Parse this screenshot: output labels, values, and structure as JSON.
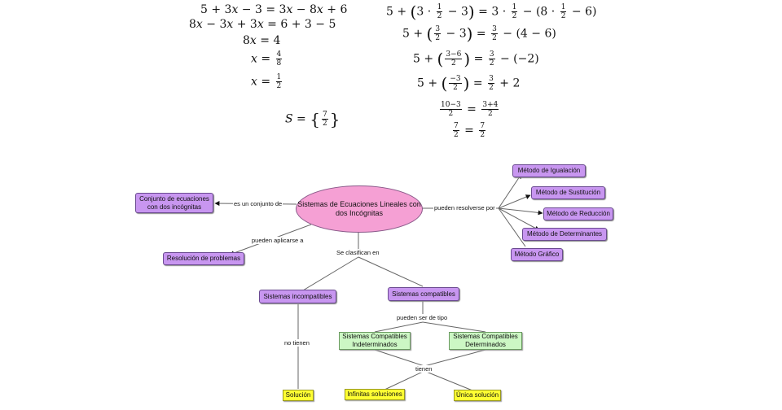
{
  "equations_left": {
    "l1": {
      "a": "5 + 3",
      "b": " − 3 = ",
      "c": "3",
      "d": " − 8",
      "e": " + 6"
    },
    "l2": {
      "a": "8",
      "b": " − 3",
      "c": " + 3",
      "d": " = 6 + 3 − 5"
    },
    "l3": {
      "a": "8",
      "b": " = 4"
    },
    "l4": {
      "num": "4",
      "den": "8"
    },
    "l5": {
      "num": "1",
      "den": "2"
    },
    "sol": {
      "s": "S = ",
      "num": "7",
      "den": "2"
    },
    "var": "x"
  },
  "equations_right": {
    "r1": {
      "a": "5 + ",
      "b": "3 · ",
      "n1": "1",
      "d1": "2",
      "c": " − 3",
      "e": " = 3 · ",
      "n2": "1",
      "d2": "2",
      "f": " − (8 · ",
      "n3": "1",
      "d3": "2",
      "g": " − 6)"
    },
    "r2": {
      "a": "5 + ",
      "n1": "3",
      "d1": "2",
      "b": " − 3",
      "c": " = ",
      "n2": "3",
      "d2": "2",
      "d": " − (4 − 6)"
    },
    "r3": {
      "a": "5 + ",
      "n1": "3−6",
      "d1": "2",
      "c": " = ",
      "n2": "3",
      "d2": "2",
      "d": " − (−2)"
    },
    "r4": {
      "a": "5 + ",
      "n1": "−3",
      "d1": "2",
      "c": " = ",
      "n2": "3",
      "d2": "2",
      "d": " + 2"
    },
    "r5": {
      "n1": "10−3",
      "d1": "2",
      "c": " = ",
      "n2": "3+4",
      "d2": "2"
    },
    "r6": {
      "n1": "7",
      "d1": "2",
      "c": " = ",
      "n2": "7",
      "d2": "2"
    }
  },
  "concept_map": {
    "center": "Sistemas de Ecuaciones Lineales con dos Incógnitas",
    "conjunto": "Conjunto de ecuaciones con dos incógnitas",
    "resolucion": "Resolución de problemas",
    "metodos": [
      "Método de Igualación",
      "Método de Sustitución",
      "Método de Reducción",
      "Método de Determinantes",
      "Método Gráfico"
    ],
    "incompatibles": "Sistemas incompatibles",
    "compatibles": "Sistemas compatibles",
    "indeterminados": "Sistemas Compatibles Indeterminados",
    "determinados": "Sistemas Compatibles Determinados",
    "solucion": "Solución",
    "infinitas": "Infinitas soluciones",
    "unica": "Única solución",
    "links": {
      "es_un_conjunto": "es un conjunto de",
      "pueden_aplicarse": "pueden aplicarse a",
      "pueden_resolverse": "pueden resolverse por",
      "se_clasifican": "Se clasifican en",
      "pueden_ser_tipo": "pueden ser de tipo",
      "no_tienen": "no tienen",
      "tienen": "tienen"
    },
    "colors": {
      "method_node": "#c896f0",
      "center_node": "#f5a0d4",
      "type_node": "#ccf7c4",
      "result_node": "#ffff33"
    }
  }
}
